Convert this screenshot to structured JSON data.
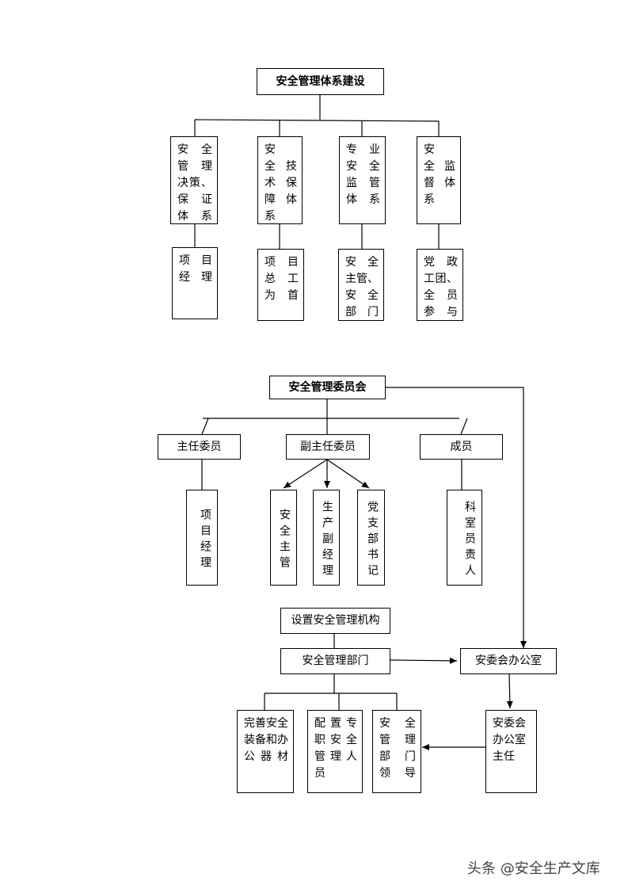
{
  "diagram1": {
    "root": "安全管理体系建设",
    "systems": [
      {
        "label": "安　全管　理决策、保　证体　系",
        "sub": "项　目经理"
      },
      {
        "label": "安　全技　术保障体系",
        "sub": "项　目总　工为首"
      },
      {
        "label": "专　业安　全监　管体　系",
        "sub": "安　全主管、安　全部门"
      },
      {
        "label": "安　全监　督体系",
        "sub": "党　政工团、全　员参与"
      }
    ]
  },
  "diagram2": {
    "root": "安全管理委员会",
    "roles": [
      {
        "label": "主任委员",
        "members": [
          "项目经理"
        ]
      },
      {
        "label": "副主任委员",
        "members": [
          "安全主管",
          "生产副经理",
          "党支部书记"
        ]
      },
      {
        "label": "成员",
        "members": [
          "科室员责人"
        ]
      }
    ]
  },
  "diagram3": {
    "setup": "设置安全管理机构",
    "department": "安全管理部门",
    "office": "安委会办公室",
    "office_head": "安委会办公室主任",
    "tasks": [
      "完善安全装备和办公器材",
      "配置专职安全管理人员",
      "安　全管　理部　门领导"
    ]
  },
  "watermark": "头条 @安全生产文库"
}
